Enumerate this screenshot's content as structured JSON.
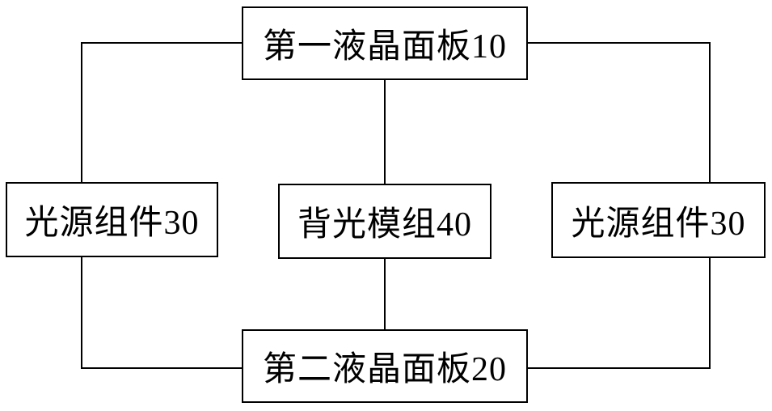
{
  "diagram": {
    "type": "block-diagram",
    "background_color": "#ffffff",
    "line_color": "#000000",
    "text_color": "#000000",
    "nodes": {
      "first_lcd_panel": {
        "label": "第一液晶面板10"
      },
      "light_source_left": {
        "label": "光源组件30"
      },
      "backlight_module": {
        "label": "背光模组40"
      },
      "light_source_right": {
        "label": "光源组件30"
      },
      "second_lcd_panel": {
        "label": "第二液晶面板20"
      }
    },
    "connections": [
      {
        "from": "第一液晶面板10",
        "to": "光源组件30 (left)"
      },
      {
        "from": "第一液晶面板10",
        "to": "背光模组40"
      },
      {
        "from": "第一液晶面板10",
        "to": "光源组件30 (right)"
      },
      {
        "from": "光源组件30 (left)",
        "to": "第二液晶面板20"
      },
      {
        "from": "背光模组40",
        "to": "第二液晶面板20"
      },
      {
        "from": "光源组件30 (right)",
        "to": "第二液晶面板20"
      }
    ]
  }
}
